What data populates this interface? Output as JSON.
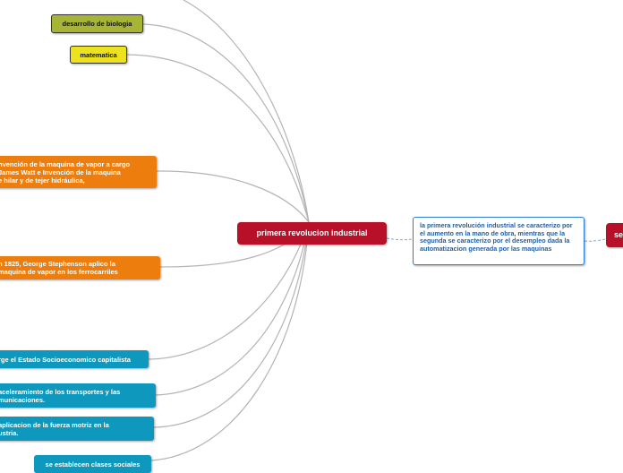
{
  "central_topic": "primera revolucion industrial",
  "top_nodes": [
    {
      "label": "desarrollo de biologia",
      "color": "#a6b536"
    },
    {
      "label": "matematica",
      "color": "#ece21d"
    }
  ],
  "left_nodes": [
    {
      "label": "nvención de la maquina de vapor a cargo\nJames Watt e  Invención de la maquina\ne hilar y de tejer hidráulica,",
      "color": "#ed7d0d"
    },
    {
      "label": "n 1825, George Stephenson aplico la\nmaquina de vapor en los ferrocarriles",
      "color": "#ed7d0d"
    },
    {
      "label": "rge el Estado Socioeconomico capitalista",
      "color": "#0f98bd"
    },
    {
      "label": "aceleramiento de los transportes y las\nmunicaciones.",
      "color": "#0f98bd"
    },
    {
      "label": "aplicacion de la fuerza motriz en la\nustria.",
      "color": "#0f98bd"
    },
    {
      "label": "se establecen clases sociales",
      "color": "#0f98bd"
    }
  ],
  "callout_text": "la primera revolución industrial se caracterizo por el aumento en la mano de obra, mientras que la segunda se caracterizo por el desempleo dada la automatizacion generada por las maquinas",
  "right_partial_label": "se",
  "colors": {
    "central": "#b81028",
    "connector": "#b4b4b8",
    "dashed_link": "#7fa9d8",
    "callout_border": "#2f7fd0"
  }
}
